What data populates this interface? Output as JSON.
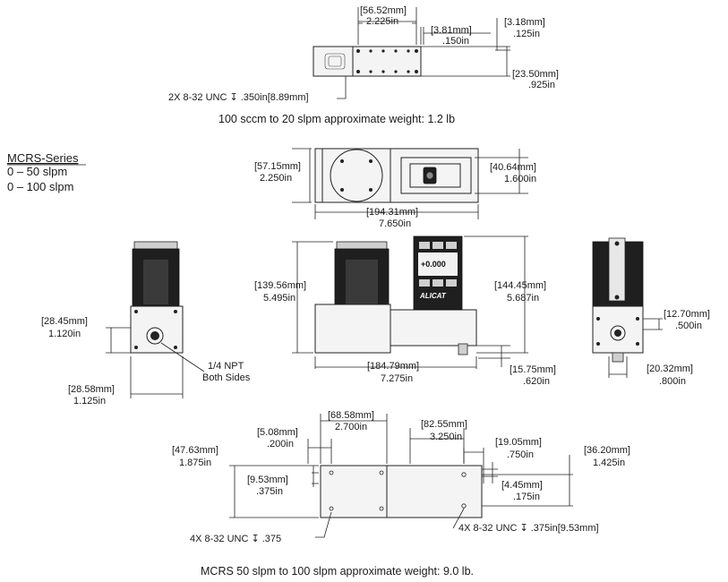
{
  "top_view": {
    "d1_mm": "[56.52mm]",
    "d1_in": "2.225in",
    "d2_mm": "[3.81mm]",
    "d2_in": ".150in",
    "d3_mm": "[3.18mm]",
    "d3_in": ".125in",
    "d4_mm": "[23.50mm]",
    "d4_in": ".925in",
    "thread_note": "2X 8-32 UNC ↧ .350in[8.89mm]",
    "caption": "100 sccm to 20 slpm approximate weight: 1.2 lb"
  },
  "series": {
    "title": "MCRS-Series",
    "range1": "0 – 50 slpm",
    "range2": "0 – 100 slpm"
  },
  "plan_view": {
    "h_mm": "[57.15mm]",
    "h_in": "2.250in",
    "w_mm": "[194.31mm]",
    "w_in": "7.650in",
    "disp_mm": "[40.64mm]",
    "disp_in": "1.600in"
  },
  "front_view": {
    "h1_mm": "[139.56mm]",
    "h1_in": "5.495in",
    "h2_mm": "[144.45mm]",
    "h2_in": "5.687in",
    "w_mm": "[184.79mm]",
    "w_in": "7.275in",
    "foot_mm": "[15.75mm]",
    "foot_in": ".620in",
    "screen_value": "+0.000",
    "brand": "ALICAT"
  },
  "left_view": {
    "h_mm": "[28.45mm]",
    "h_in": "1.120in",
    "w_mm": "[28.58mm]",
    "w_in": "1.125in",
    "port1": "1/4 NPT",
    "port2": "Both Sides"
  },
  "right_view": {
    "h_mm": "[12.70mm]",
    "h_in": ".500in",
    "w_mm": "[20.32mm]",
    "w_in": ".800in"
  },
  "bottom_view": {
    "a_mm": "[68.58mm]",
    "a_in": "2.700in",
    "b_mm": "[5.08mm]",
    "b_in": ".200in",
    "c_mm": "[82.55mm]",
    "c_in": "3.250in",
    "d_mm": "[19.05mm]",
    "d_in": ".750in",
    "e_mm": "[47.63mm]",
    "e_in": "1.875in",
    "f_mm": "[36.20mm]",
    "f_in": "1.425in",
    "g_mm": "[9.53mm]",
    "g_in": ".375in",
    "h_mm": "[4.45mm]",
    "h_in": ".175in",
    "thread_left": "4X 8-32 UNC ↧ .375",
    "thread_right": "4X 8-32 UNC ↧ .375in[9.53mm]"
  },
  "footer_caption": "MCRS 50 slpm to 100 slpm approximate weight: 9.0 lb."
}
